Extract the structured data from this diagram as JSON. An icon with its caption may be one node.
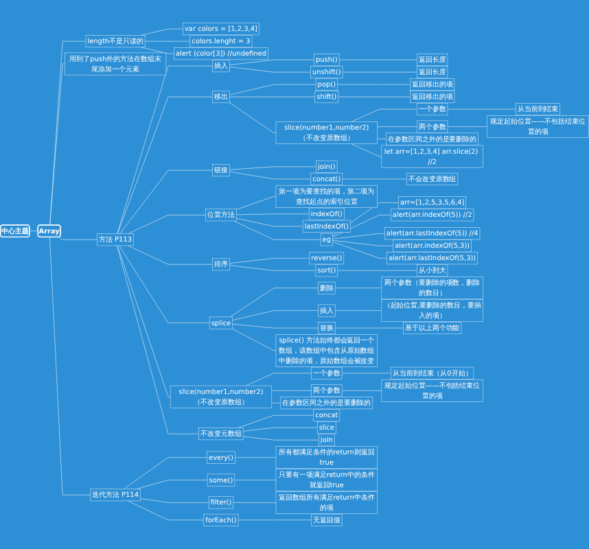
{
  "diagram": {
    "nodes": [
      {
        "text": [
          "中心主题"
        ]
      },
      {
        "text": [
          "Array"
        ]
      },
      {
        "text": [
          "length不是只读的"
        ]
      },
      {
        "text": [
          "var colors = [1,2,3,4]"
        ]
      },
      {
        "text": [
          "colors.lenght = 3"
        ]
      },
      {
        "text": [
          "alert (color[3]) //undefined"
        ]
      },
      {
        "text": [
          "用到了push外的方法在数组末尾添加一个元素"
        ]
      },
      {
        "text": [
          "方法 P113"
        ]
      },
      {
        "text": [
          "插入"
        ]
      },
      {
        "text": [
          "push()"
        ]
      },
      {
        "text": [
          "返回长度"
        ]
      },
      {
        "text": [
          "unshift()"
        ]
      },
      {
        "text": [
          "返回长度"
        ]
      },
      {
        "text": [
          "移出"
        ]
      },
      {
        "text": [
          "pop()"
        ]
      },
      {
        "text": [
          "返回移出的项"
        ]
      },
      {
        "text": [
          "shift()"
        ]
      },
      {
        "text": [
          "返回移出的项"
        ]
      },
      {
        "text": [
          "slice(number1,number2)（不改变原数组）"
        ]
      },
      {
        "text": [
          "一个参数"
        ]
      },
      {
        "text": [
          "从当前到结束"
        ]
      },
      {
        "text": [
          "两个参数"
        ]
      },
      {
        "text": [
          "规定起始位置——不包括结束位置的项"
        ]
      },
      {
        "text": [
          "在参数区间之外的是要删除的"
        ]
      },
      {
        "text": [
          "let arr=[1,2,3,4] arr.slice(2) //2"
        ]
      },
      {
        "text": [
          "链接"
        ]
      },
      {
        "text": [
          "join()"
        ]
      },
      {
        "text": [
          "concat()"
        ]
      },
      {
        "text": [
          "不会改变原数组"
        ]
      },
      {
        "text": [
          "位置方法"
        ]
      },
      {
        "text": [
          "第一项为要查找的项，第二项为查找起点的索引位置"
        ]
      },
      {
        "text": [
          "indexOf()"
        ]
      },
      {
        "text": [
          "lastIndexOf()"
        ]
      },
      {
        "text": [
          "eg"
        ]
      },
      {
        "text": [
          "arr=[1,2,5,3,5,6,4]"
        ]
      },
      {
        "text": [
          "alert(arr.indexOf(5)) //2"
        ]
      },
      {
        "text": [
          "alert(arr.lastIndexOf(5)) //4"
        ]
      },
      {
        "text": [
          "alert(arr.indexOf(5,3))"
        ]
      },
      {
        "text": [
          "alert(arr.lastIndexOf(5,3))"
        ]
      },
      {
        "text": [
          "排序"
        ]
      },
      {
        "text": [
          "reverse()"
        ]
      },
      {
        "text": [
          "sort()"
        ]
      },
      {
        "text": [
          "从小到大"
        ]
      },
      {
        "text": [
          "splice"
        ]
      },
      {
        "text": [
          "删除"
        ]
      },
      {
        "text": [
          "两个参数（要删除的项数，删除的数目）"
        ]
      },
      {
        "text": [
          "插入"
        ]
      },
      {
        "text": [
          "（起始位置,要删除的数目，要插入的项）"
        ]
      },
      {
        "text": [
          "替换"
        ]
      },
      {
        "text": [
          "基于以上两个功能"
        ]
      },
      {
        "text": [
          "splice() 方法始终都会返回一个数组，该数组中包含从原始数组中删除的项，原始数组会被改变"
        ]
      },
      {
        "text": [
          "slice(number1,number2)（不改变原数组）"
        ]
      },
      {
        "text": [
          "一个参数"
        ]
      },
      {
        "text": [
          "从当前到结束（从0开始）"
        ]
      },
      {
        "text": [
          "两个参数"
        ]
      },
      {
        "text": [
          "规定起始位置——不包括结束位置的项"
        ]
      },
      {
        "text": [
          "在参数区间之外的是要删除的"
        ]
      },
      {
        "text": [
          "不改变元数组"
        ]
      },
      {
        "text": [
          "concat"
        ]
      },
      {
        "text": [
          "slice"
        ]
      },
      {
        "text": [
          "join"
        ]
      },
      {
        "text": [
          "迭代方法 P114"
        ]
      },
      {
        "text": [
          "every()"
        ]
      },
      {
        "text": [
          "所有都满足条件的return则返回true"
        ]
      },
      {
        "text": [
          "some()"
        ]
      },
      {
        "text": [
          "只要有一项满足return中的条件就返回true"
        ]
      },
      {
        "text": [
          "filter()"
        ]
      },
      {
        "text": [
          "返回数组所有满足return中条件的项"
        ]
      },
      {
        "text": [
          "forEach()"
        ]
      },
      {
        "text": [
          "无返回值"
        ]
      }
    ],
    "edges": [
      {
        "from": 0,
        "to": 1,
        "arrow": "none"
      },
      {
        "from": 1,
        "to": 2,
        "arrow": "none"
      },
      {
        "from": 2,
        "to": 3,
        "arrow": "none"
      },
      {
        "from": 2,
        "to": 4,
        "arrow": "none"
      },
      {
        "from": 2,
        "to": 5,
        "arrow": "none"
      },
      {
        "from": 1,
        "to": 6,
        "arrow": "none"
      },
      {
        "from": 1,
        "to": 7,
        "arrow": "none"
      },
      {
        "from": 7,
        "to": 8,
        "arrow": "none"
      },
      {
        "from": 8,
        "to": 9,
        "arrow": "none"
      },
      {
        "from": 9,
        "to": 10,
        "arrow": "none"
      },
      {
        "from": 8,
        "to": 11,
        "arrow": "none"
      },
      {
        "from": 11,
        "to": 12,
        "arrow": "none"
      },
      {
        "from": 7,
        "to": 13,
        "arrow": "none"
      },
      {
        "from": 13,
        "to": 14,
        "arrow": "none"
      },
      {
        "from": 14,
        "to": 15,
        "arrow": "none"
      },
      {
        "from": 13,
        "to": 16,
        "arrow": "none"
      },
      {
        "from": 16,
        "to": 17,
        "arrow": "none"
      },
      {
        "from": 13,
        "to": 18,
        "arrow": "none"
      },
      {
        "from": 18,
        "to": 19,
        "arrow": "none"
      },
      {
        "from": 19,
        "to": 20,
        "arrow": "none"
      },
      {
        "from": 18,
        "to": 21,
        "arrow": "none"
      },
      {
        "from": 21,
        "to": 22,
        "arrow": "none"
      },
      {
        "from": 18,
        "to": 23,
        "arrow": "none"
      },
      {
        "from": 18,
        "to": 24,
        "arrow": "none"
      },
      {
        "from": 7,
        "to": 25,
        "arrow": "none"
      },
      {
        "from": 25,
        "to": 26,
        "arrow": "none"
      },
      {
        "from": 25,
        "to": 27,
        "arrow": "none"
      },
      {
        "from": 27,
        "to": 28,
        "arrow": "none"
      },
      {
        "from": 7,
        "to": 29,
        "arrow": "none"
      },
      {
        "from": 29,
        "to": 30,
        "arrow": "none"
      },
      {
        "from": 29,
        "to": 31,
        "arrow": "none"
      },
      {
        "from": 29,
        "to": 32,
        "arrow": "none"
      },
      {
        "from": 29,
        "to": 33,
        "arrow": "none"
      },
      {
        "from": 33,
        "to": 34,
        "arrow": "none"
      },
      {
        "from": 33,
        "to": 35,
        "arrow": "none"
      },
      {
        "from": 33,
        "to": 36,
        "arrow": "none"
      },
      {
        "from": 33,
        "to": 37,
        "arrow": "none"
      },
      {
        "from": 33,
        "to": 38,
        "arrow": "none"
      },
      {
        "from": 7,
        "to": 39,
        "arrow": "none"
      },
      {
        "from": 39,
        "to": 40,
        "arrow": "none"
      },
      {
        "from": 39,
        "to": 41,
        "arrow": "none"
      },
      {
        "from": 41,
        "to": 42,
        "arrow": "none"
      },
      {
        "from": 7,
        "to": 43,
        "arrow": "none"
      },
      {
        "from": 43,
        "to": 44,
        "arrow": "none"
      },
      {
        "from": 44,
        "to": 45,
        "arrow": "none"
      },
      {
        "from": 43,
        "to": 46,
        "arrow": "none"
      },
      {
        "from": 46,
        "to": 47,
        "arrow": "none"
      },
      {
        "from": 43,
        "to": 48,
        "arrow": "none"
      },
      {
        "from": 48,
        "to": 49,
        "arrow": "none"
      },
      {
        "from": 43,
        "to": 50,
        "arrow": "none"
      },
      {
        "from": 7,
        "to": 51,
        "arrow": "none"
      },
      {
        "from": 51,
        "to": 52,
        "arrow": "none"
      },
      {
        "from": 52,
        "to": 53,
        "arrow": "none"
      },
      {
        "from": 51,
        "to": 54,
        "arrow": "none"
      },
      {
        "from": 54,
        "to": 55,
        "arrow": "none"
      },
      {
        "from": 51,
        "to": 56,
        "arrow": "none"
      },
      {
        "from": 7,
        "to": 57,
        "arrow": "none"
      },
      {
        "from": 57,
        "to": 58,
        "arrow": "none"
      },
      {
        "from": 57,
        "to": 59,
        "arrow": "none"
      },
      {
        "from": 57,
        "to": 60,
        "arrow": "none"
      },
      {
        "from": 1,
        "to": 61,
        "arrow": "none"
      },
      {
        "from": 61,
        "to": 62,
        "arrow": "none"
      },
      {
        "from": 62,
        "to": 63,
        "arrow": "none"
      },
      {
        "from": 61,
        "to": 64,
        "arrow": "none"
      },
      {
        "from": 64,
        "to": 65,
        "arrow": "none"
      },
      {
        "from": 61,
        "to": 66,
        "arrow": "none"
      },
      {
        "from": 66,
        "to": 67,
        "arrow": "none"
      },
      {
        "from": 61,
        "to": 68,
        "arrow": "none"
      },
      {
        "from": 68,
        "to": 69,
        "arrow": "none"
      }
    ]
  }
}
